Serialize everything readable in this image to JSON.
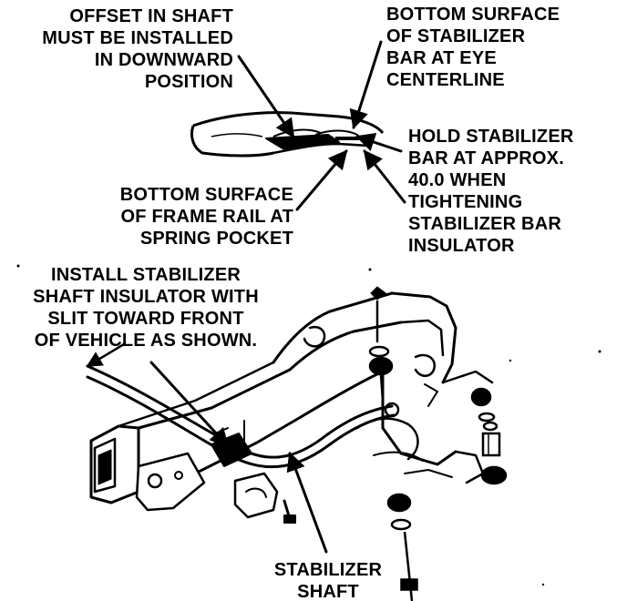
{
  "callouts": {
    "offset_shaft": [
      "OFFSET IN SHAFT",
      "MUST BE INSTALLED",
      "IN DOWNWARD",
      "POSITION"
    ],
    "bottom_surface_bar": [
      "BOTTOM SURFACE",
      "OF STABILIZER",
      "BAR AT EYE",
      "CENTERLINE"
    ],
    "hold_bar": [
      "HOLD STABILIZER",
      "BAR AT APPROX.",
      "40.0 WHEN",
      "TIGHTENING",
      "STABILIZER BAR",
      "INSULATOR"
    ],
    "bottom_surface_frame": [
      "BOTTOM SURFACE",
      "OF FRAME RAIL AT",
      "SPRING POCKET"
    ],
    "install_insulator": [
      "INSTALL STABILIZER",
      "SHAFT INSULATOR  WITH",
      "SLIT TOWARD FRONT",
      "OF VEHICLE AS SHOWN."
    ],
    "stabilizer_shaft": [
      "STABILIZER",
      "SHAFT"
    ]
  },
  "colors": {
    "ink": "#000000",
    "paper": "#ffffff"
  }
}
